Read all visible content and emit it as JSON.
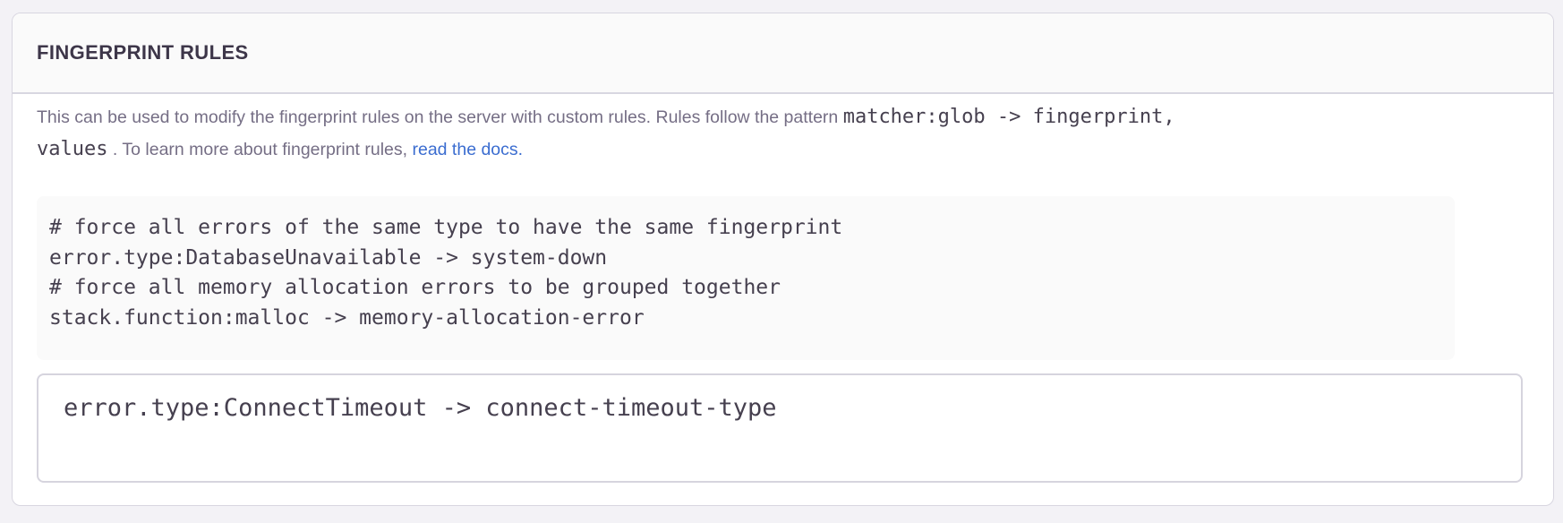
{
  "panel": {
    "title": "FINGERPRINT RULES",
    "description": {
      "line1_text": "This can be used to modify the fingerprint rules on the server with custom rules. Rules follow the pattern",
      "line1_code": "matcher:glob -> fingerprint,",
      "line2_code": "values",
      "line2_text": ". To learn more about fingerprint rules,",
      "link_label": "read the docs."
    },
    "example_code": "# force all errors of the same type to have the same fingerprint\nerror.type:DatabaseUnavailable -> system-down\n# force all memory allocation errors to be grouped together\nstack.function:malloc -> memory-allocation-error",
    "rules_input": {
      "value": "error.type:ConnectTimeout -> connect-timeout-type"
    },
    "colors": {
      "page_background": "#f3f2f6",
      "panel_background": "#ffffff",
      "header_background": "#fafafa",
      "border": "#d8d6e0",
      "heading_text": "#3d3649",
      "body_text": "#756e85",
      "code_text": "#46404f",
      "code_block_background": "#fafafa",
      "link": "#3b6dd0"
    }
  }
}
